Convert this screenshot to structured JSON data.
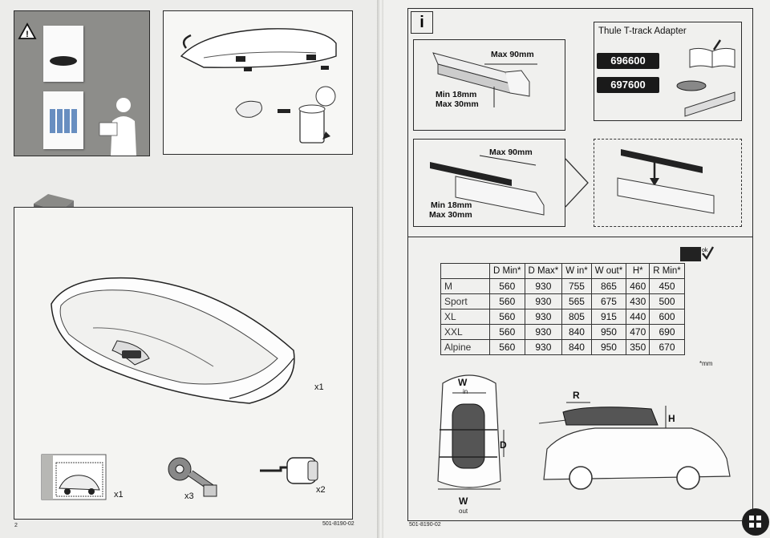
{
  "left_page": {
    "page_number": "2",
    "doc_code": "501-8190-02",
    "quantities": {
      "box": "x1",
      "instructions": "x1",
      "straps": "x3",
      "keys": "x2"
    }
  },
  "right_page": {
    "doc_code": "501-8190-02",
    "info_icon": "i",
    "rail_top": {
      "max": "Max 90mm",
      "min": "Min 18mm",
      "max_b": "Max 30mm"
    },
    "rail_bottom": {
      "max": "Max 90mm",
      "min": "Min 18mm",
      "max_b": "Max 30mm"
    },
    "adapter": {
      "title": "Thule T-track Adapter",
      "codes": [
        "696600",
        "697600"
      ]
    },
    "table": {
      "headers": [
        "",
        "D Min*",
        "D Max*",
        "W in*",
        "W out*",
        "H*",
        "R Min*"
      ],
      "rows": [
        [
          "M",
          "560",
          "930",
          "755",
          "865",
          "460",
          "450"
        ],
        [
          "Sport",
          "560",
          "930",
          "565",
          "675",
          "430",
          "500"
        ],
        [
          "XL",
          "560",
          "930",
          "805",
          "915",
          "440",
          "600"
        ],
        [
          "XXL",
          "560",
          "930",
          "840",
          "950",
          "470",
          "690"
        ],
        [
          "Alpine",
          "560",
          "930",
          "840",
          "950",
          "350",
          "670"
        ]
      ],
      "unit_note": "*mm"
    },
    "car_labels": {
      "w": "W",
      "in": "in",
      "out": "out",
      "d": "D",
      "r": "R",
      "h": "H"
    }
  }
}
